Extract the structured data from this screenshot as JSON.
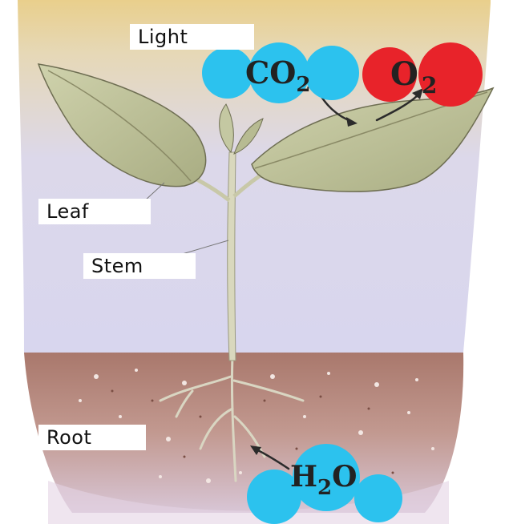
{
  "labels": {
    "light": "Light",
    "leaf": "Leaf",
    "stem": "Stem",
    "root": "Root"
  },
  "molecules": {
    "co2": {
      "main": "CO",
      "sub": "2"
    },
    "o2": {
      "main": "O",
      "sub": "2"
    },
    "h2o": {
      "pre": "H",
      "sub": "2",
      "post": "O"
    }
  },
  "colors": {
    "sky_top": "#e6d29a",
    "sky_bottom": "#dad9ee",
    "soil": "#b8867a",
    "bubble_blue": "#2cc2ee",
    "bubble_red": "#e8232a",
    "leaf_green": "#c2c6a0",
    "stem": "#d7d7b8"
  }
}
